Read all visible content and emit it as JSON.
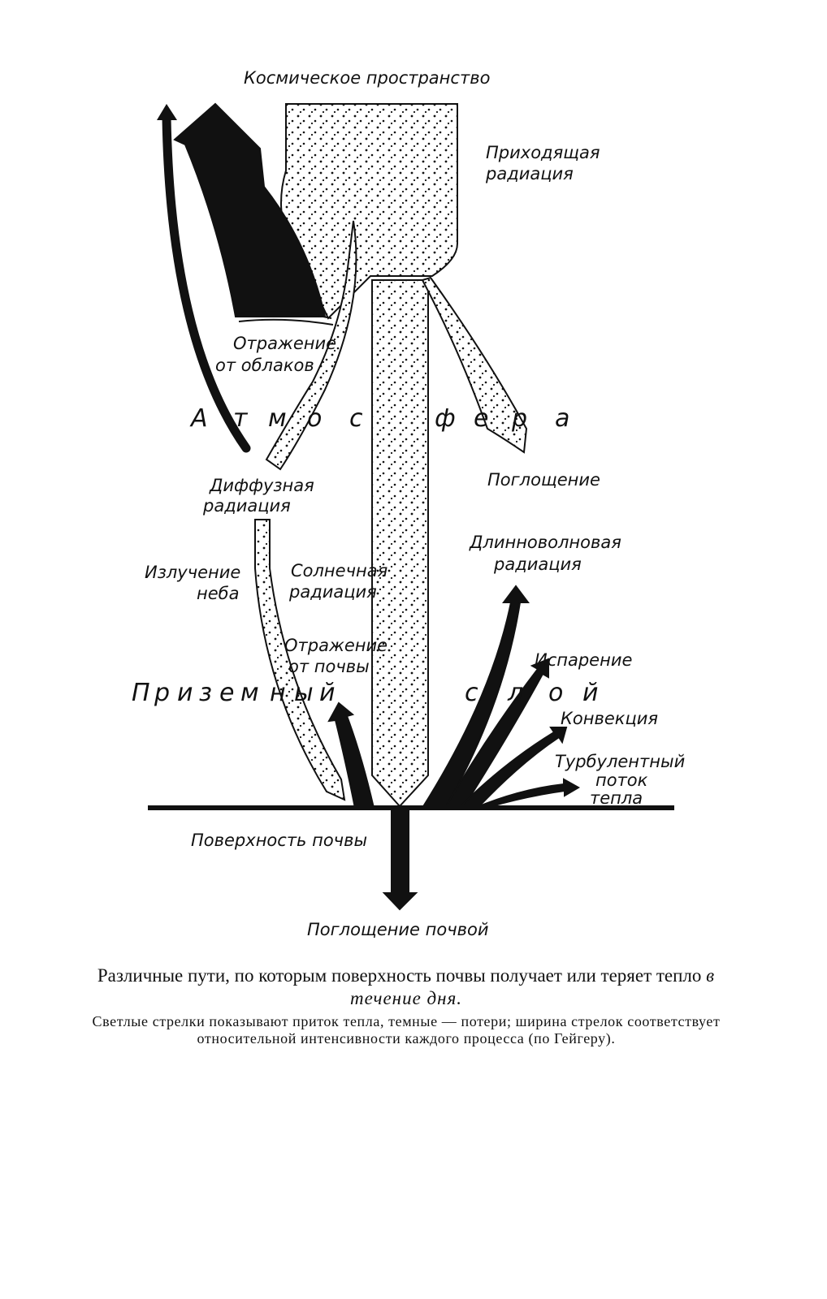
{
  "diagram": {
    "space": "Космическое пространство",
    "incoming": [
      "Приходящая",
      "радиация"
    ],
    "cloud_reflection": [
      "Отражение",
      "от облаков"
    ],
    "atmosphere_letters": [
      "А",
      "т",
      "м",
      "о",
      "с",
      "ф",
      "е",
      "р",
      "а"
    ],
    "diffuse": [
      "Диффузная",
      "радиация"
    ],
    "absorption": "Поглощение",
    "longwave": [
      "Длинноволновая",
      "радиация"
    ],
    "sky_emission": [
      "Излучение",
      "неба"
    ],
    "solar": [
      "Солнечная",
      "радиация"
    ],
    "soil_reflection": [
      "Отражение",
      "от почвы"
    ],
    "evaporation": "Испарение",
    "surface_layer_letters": [
      "П",
      "р",
      "и",
      "з",
      "е",
      "м",
      "н",
      "ы",
      "й",
      "с",
      "л",
      "о",
      "й"
    ],
    "convection": "Конвекция",
    "turbulent": [
      "Турбулентный",
      "поток",
      "тепла"
    ],
    "surface": "Поверхность почвы",
    "soil_absorption": "Поглощение почвой"
  },
  "caption": {
    "title_main": "Различные пути, по которым поверхность почвы получает или теряет тепло",
    "title_italic": "в течение дня.",
    "note": "Светлые стрелки показывают приток тепла, темные — потери; ширина стрелок соответствует относительной интенсивности каждого процесса (по Гейгеру)."
  }
}
